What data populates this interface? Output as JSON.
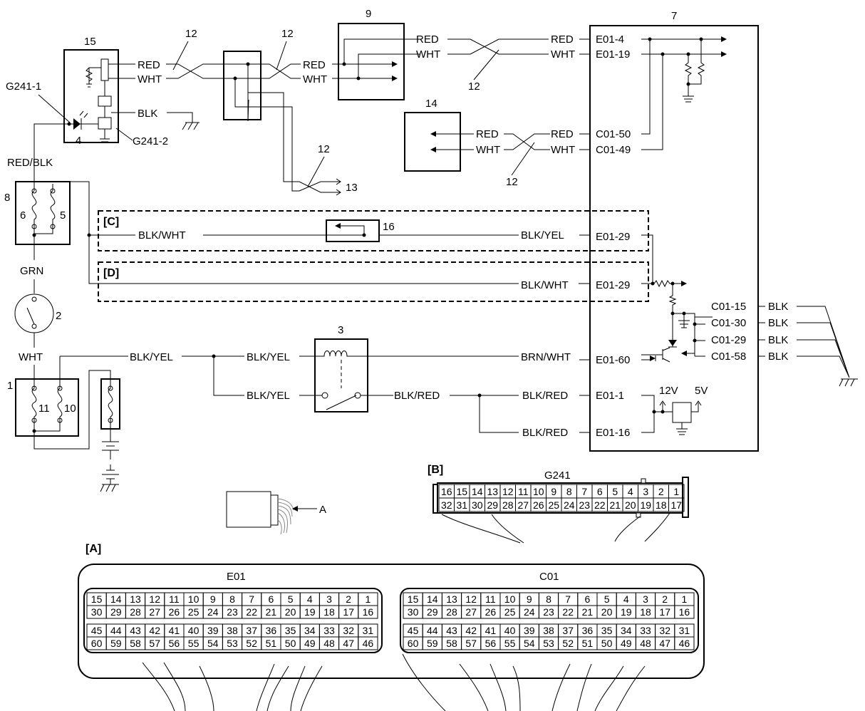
{
  "callouts": {
    "c1": "1",
    "c2": "2",
    "c3": "3",
    "c4": "4",
    "c5": "5",
    "c6": "6",
    "c7": "7",
    "c8": "8",
    "c9": "9",
    "c10": "10",
    "c11": "11",
    "c12": "12",
    "c13": "13",
    "c14": "14",
    "c15": "15",
    "c16": "16",
    "cA": "A"
  },
  "sections": {
    "A": "[A]",
    "B": "[B]",
    "C": "[C]",
    "D": "[D]"
  },
  "wire_colors": {
    "red": "RED",
    "wht": "WHT",
    "blk": "BLK",
    "red_blk": "RED/BLK",
    "grn": "GRN",
    "blk_wht": "BLK/WHT",
    "blk_yel": "BLK/YEL",
    "blk_red": "BLK/RED",
    "brn_wht": "BRN/WHT"
  },
  "terminals": {
    "e01_4": "E01-4",
    "e01_19": "E01-19",
    "c01_50": "C01-50",
    "c01_49": "C01-49",
    "e01_29": "E01-29",
    "c01_15": "C01-15",
    "c01_30": "C01-30",
    "c01_29": "C01-29",
    "c01_58": "C01-58",
    "e01_60": "E01-60",
    "e01_1": "E01-1",
    "e01_16": "E01-16",
    "g241_1": "G241-1",
    "g241_2": "G241-2"
  },
  "voltages": {
    "v12": "12V",
    "v5": "5V"
  },
  "connectors": {
    "g241": {
      "title": "G241",
      "top": [
        "16",
        "15",
        "14",
        "13",
        "12",
        "11",
        "10",
        "9",
        "8",
        "7",
        "6",
        "5",
        "4",
        "3",
        "2",
        "1"
      ],
      "bottom": [
        "32",
        "31",
        "30",
        "29",
        "28",
        "27",
        "26",
        "25",
        "24",
        "23",
        "22",
        "21",
        "20",
        "19",
        "18",
        "17"
      ]
    },
    "e01": {
      "title": "E01",
      "rows": [
        [
          "15",
          "14",
          "13",
          "12",
          "11",
          "10",
          "9",
          "8",
          "7",
          "6",
          "5",
          "4",
          "3",
          "2",
          "1"
        ],
        [
          "30",
          "29",
          "28",
          "27",
          "26",
          "25",
          "24",
          "23",
          "22",
          "21",
          "20",
          "19",
          "18",
          "17",
          "16"
        ],
        [
          "45",
          "44",
          "43",
          "42",
          "41",
          "40",
          "39",
          "38",
          "37",
          "36",
          "35",
          "34",
          "33",
          "32",
          "31"
        ],
        [
          "60",
          "59",
          "58",
          "57",
          "56",
          "55",
          "54",
          "53",
          "52",
          "51",
          "50",
          "49",
          "48",
          "47",
          "46"
        ]
      ]
    },
    "c01": {
      "title": "C01",
      "rows": [
        [
          "15",
          "14",
          "13",
          "12",
          "11",
          "10",
          "9",
          "8",
          "7",
          "6",
          "5",
          "4",
          "3",
          "2",
          "1"
        ],
        [
          "30",
          "29",
          "28",
          "27",
          "26",
          "25",
          "24",
          "23",
          "22",
          "21",
          "20",
          "19",
          "18",
          "17",
          "16"
        ],
        [
          "45",
          "44",
          "43",
          "42",
          "41",
          "40",
          "39",
          "38",
          "37",
          "36",
          "35",
          "34",
          "33",
          "32",
          "31"
        ],
        [
          "60",
          "59",
          "58",
          "57",
          "56",
          "55",
          "54",
          "53",
          "52",
          "51",
          "50",
          "49",
          "48",
          "47",
          "46"
        ]
      ]
    }
  }
}
